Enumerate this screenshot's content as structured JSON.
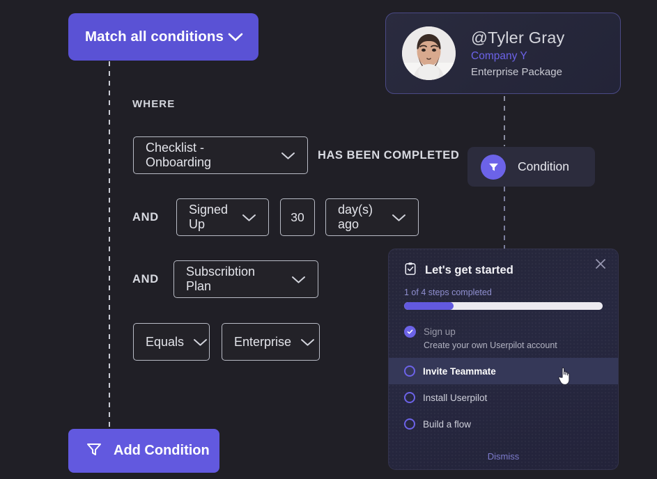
{
  "canvas": {
    "background": "#201f26",
    "accent": "#6259df",
    "accent_light": "#6c63e8"
  },
  "match_rule": {
    "label": "Match all conditions",
    "chevron_icon": "chevron-down-icon"
  },
  "builder": {
    "where_label": "WHERE",
    "rows": [
      {
        "connector": "",
        "fields": [
          {
            "name": "checklist-select",
            "value": "Checklist - Onboarding",
            "icon": "chevron-down-icon"
          }
        ],
        "operator_text": "HAS BEEN COMPLETED"
      },
      {
        "connector": "AND",
        "fields": [
          {
            "name": "event-select",
            "value": "Signed Up",
            "icon": "chevron-down-icon"
          },
          {
            "name": "days-number-input",
            "value": "30",
            "icon": ""
          },
          {
            "name": "timeframe-select",
            "value": "day(s) ago",
            "icon": "chevron-down-icon"
          }
        ],
        "operator_text": ""
      },
      {
        "connector": "AND",
        "fields": [
          {
            "name": "attribute-select",
            "value": "Subscribtion Plan",
            "icon": "chevron-down-icon"
          }
        ],
        "operator_text": ""
      },
      {
        "connector": "",
        "fields": [
          {
            "name": "comparator-select",
            "value": "Equals",
            "icon": "chevron-down-icon"
          },
          {
            "name": "value-select",
            "value": "Enterprise",
            "icon": "chevron-down-icon"
          }
        ],
        "operator_text": ""
      }
    ]
  },
  "add_condition": {
    "label": "Add Condition",
    "icon": "filter-funnel-icon"
  },
  "user_card": {
    "avatar_icon": "user-avatar-photo",
    "name": "@Tyler Gray",
    "company": "Company Y",
    "plan": "Enterprise Package",
    "company_color": "#6c63e8"
  },
  "condition_chip": {
    "label": "Condition",
    "icon": "filter-funnel-icon"
  },
  "checklist_widget": {
    "title": "Let's get started",
    "title_icon": "clipboard-check-icon",
    "close_icon": "close-icon",
    "progress_text": "1 of 4 steps completed",
    "progress_percent": 25,
    "cursor_icon": "pointing-hand-cursor",
    "items": [
      {
        "label": "Sign up",
        "sub": "Create your own Userpilot account",
        "state": "done",
        "icon": "check-circle-filled-icon"
      },
      {
        "label": "Invite Teammate",
        "sub": "",
        "state": "active",
        "icon": "circle-outline-icon"
      },
      {
        "label": "Install Userpilot",
        "sub": "",
        "state": "todo",
        "icon": "circle-outline-icon"
      },
      {
        "label": "Build a flow",
        "sub": "",
        "state": "todo",
        "icon": "circle-outline-icon"
      }
    ],
    "dismiss_label": "Dismiss"
  }
}
